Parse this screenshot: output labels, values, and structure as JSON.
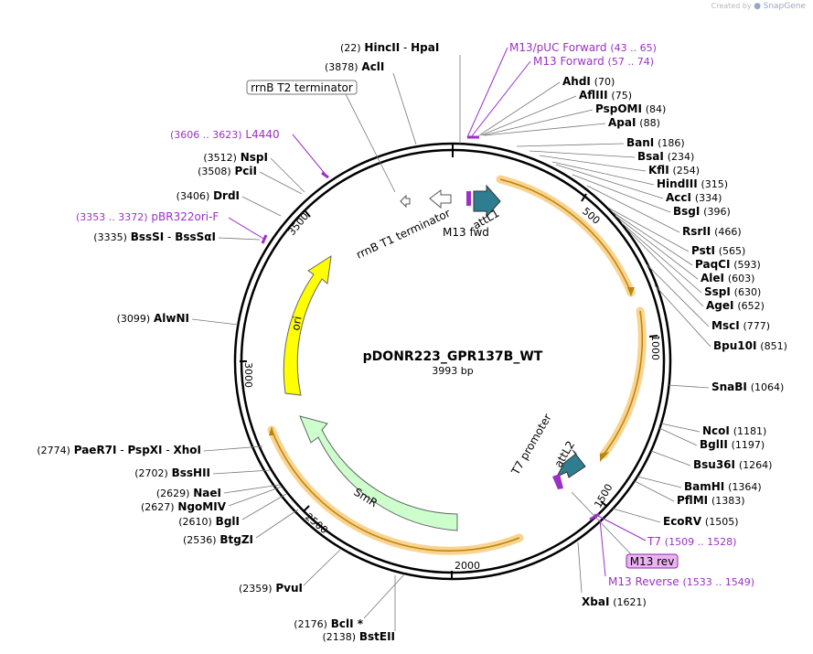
{
  "app": {
    "credit_prefix": "Created by",
    "credit_brand": "SnapGene"
  },
  "plasmid": {
    "name": "pDONR223_GPR137B_WT",
    "length_label": "3993 bp",
    "length": 3993
  },
  "tick_labels": [
    "500",
    "1000",
    "1500",
    "2000",
    "2500",
    "3000",
    "3500"
  ],
  "features": {
    "attL1": "attL1",
    "m13_fwd": "M13 fwd",
    "rrnB_T1": "rrnB T1 terminator",
    "ori": "ori",
    "SmR": "SmR",
    "T7_promoter": "T7 promoter",
    "attL2": "attL2"
  },
  "enzymes": [
    {
      "name": "HincII",
      "pos": "(22)",
      "partner": "HpaI"
    },
    {
      "name": "AclI",
      "pos": "(3878)"
    },
    {
      "name": "AhdI",
      "pos": "(70)"
    },
    {
      "name": "AflIII",
      "pos": "(75)"
    },
    {
      "name": "PspOMI",
      "pos": "(84)"
    },
    {
      "name": "ApaI",
      "pos": "(88)"
    },
    {
      "name": "BanI",
      "pos": "(186)"
    },
    {
      "name": "BsaI",
      "pos": "(234)"
    },
    {
      "name": "KflI",
      "pos": "(254)"
    },
    {
      "name": "HindIII",
      "pos": "(315)"
    },
    {
      "name": "AccI",
      "pos": "(334)"
    },
    {
      "name": "BsgI",
      "pos": "(396)"
    },
    {
      "name": "RsrII",
      "pos": "(466)"
    },
    {
      "name": "PstI",
      "pos": "(565)"
    },
    {
      "name": "PaqCI",
      "pos": "(593)"
    },
    {
      "name": "AleI",
      "pos": "(603)"
    },
    {
      "name": "SspI",
      "pos": "(630)"
    },
    {
      "name": "AgeI",
      "pos": "(652)"
    },
    {
      "name": "MscI",
      "pos": "(777)"
    },
    {
      "name": "Bpu10I",
      "pos": "(851)"
    },
    {
      "name": "SnaBI",
      "pos": "(1064)"
    },
    {
      "name": "NcoI",
      "pos": "(1181)"
    },
    {
      "name": "BglII",
      "pos": "(1197)"
    },
    {
      "name": "Bsu36I",
      "pos": "(1264)"
    },
    {
      "name": "BamHI",
      "pos": "(1364)"
    },
    {
      "name": "PflMI",
      "pos": "(1383)"
    },
    {
      "name": "EcoRV",
      "pos": "(1505)"
    },
    {
      "name": "XbaI",
      "pos": "(1621)"
    },
    {
      "name": "BstEII",
      "pos": "(2138)"
    },
    {
      "name": "BclI *",
      "pos": "(2176)"
    },
    {
      "name": "PvuI",
      "pos": "(2359)"
    },
    {
      "name": "BtgZI",
      "pos": "(2536)"
    },
    {
      "name": "BglI",
      "pos": "(2610)"
    },
    {
      "name": "NgoMIV",
      "pos": "(2627)"
    },
    {
      "name": "NaeI",
      "pos": "(2629)"
    },
    {
      "name": "BssHII",
      "pos": "(2702)"
    },
    {
      "name": "PaeR7I",
      "pos": "(2774)",
      "partner": "PspXI",
      "partner2": "XhoI"
    },
    {
      "name": "AlwNI",
      "pos": "(3099)"
    },
    {
      "name": "BssSI",
      "pos": "(3335)",
      "partner": "BssSαI"
    },
    {
      "name": "DrdI",
      "pos": "(3406)"
    },
    {
      "name": "PciI",
      "pos": "(3508)"
    },
    {
      "name": "NspI",
      "pos": "(3512)"
    }
  ],
  "primers": [
    {
      "name": "M13/pUC Forward",
      "range": "(43 .. 65)"
    },
    {
      "name": "M13 Forward",
      "range": "(57 .. 74)"
    },
    {
      "name": "L4440",
      "range": "(3606 .. 3623)"
    },
    {
      "name": "pBR322ori-F",
      "range": "(3353 .. 3372)"
    },
    {
      "name": "T7",
      "range": "(1509 .. 1528)"
    },
    {
      "name": "M13 Reverse",
      "range": "(1533 .. 1549)"
    }
  ],
  "boxed_labels": {
    "rrnB_T2": "rrnB T2 terminator",
    "m13_rev": "M13 rev"
  },
  "colors": {
    "enzyme": "#000000",
    "primer": "#9b30c8",
    "ori": "#ffff00",
    "smr": "#ccffcc",
    "att": "#2e7d91",
    "orf_highlight": "#f7c46a",
    "orf_arrow": "#b8860b"
  }
}
